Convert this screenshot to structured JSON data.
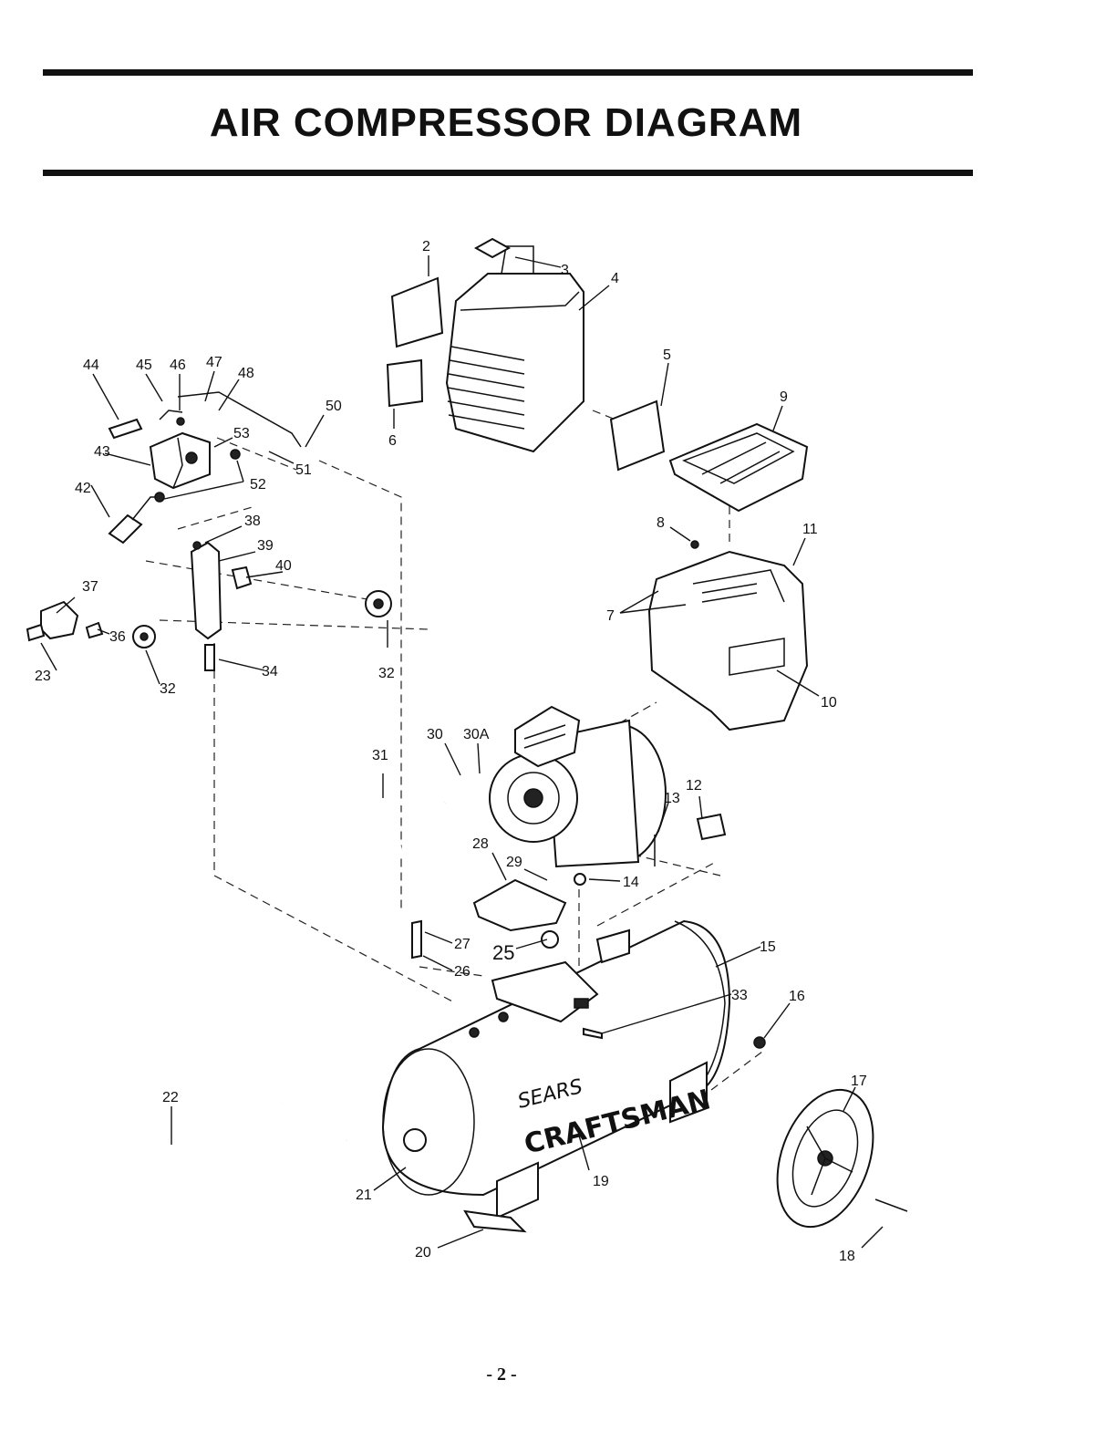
{
  "title": "AIR COMPRESSOR DIAGRAM",
  "page_number": "- 2 -",
  "brand": {
    "line1": "SEARS",
    "line2": "CRAFTSMAN"
  },
  "callouts": [
    "2",
    "3",
    "4",
    "5",
    "6",
    "7",
    "8",
    "9",
    "10",
    "11",
    "12",
    "13",
    "14",
    "15",
    "16",
    "17",
    "18",
    "19",
    "20",
    "21",
    "22",
    "23",
    "25",
    "26",
    "27",
    "28",
    "29",
    "30",
    "30A",
    "31",
    "32",
    "33",
    "34",
    "36",
    "37",
    "38",
    "39",
    "40",
    "42",
    "43",
    "44",
    "45",
    "46",
    "47",
    "48",
    "50",
    "51",
    "52",
    "53"
  ]
}
